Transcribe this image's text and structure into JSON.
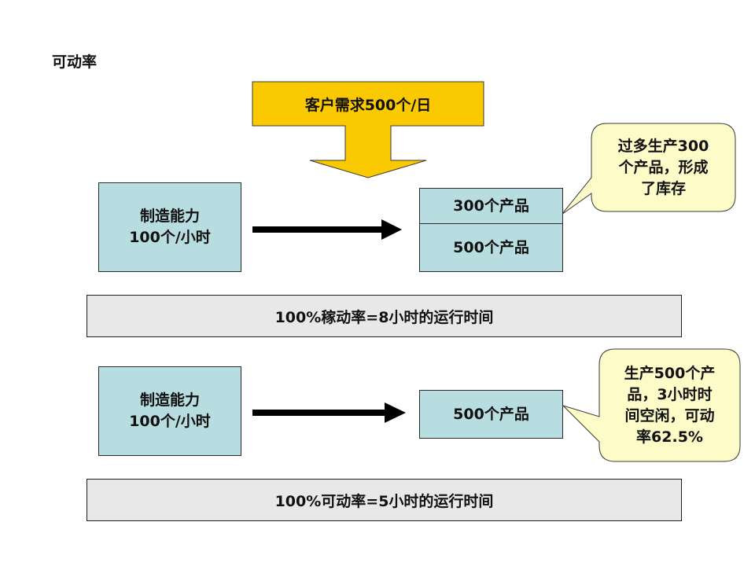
{
  "title": "可动率",
  "colors": {
    "demand_fill": "#fbc900",
    "process_box_fill": "#b8dde1",
    "callout_fill": "#fdfbc8",
    "summary_bar_fill": "#e8e8e8",
    "arrow": "#000000"
  },
  "demand": {
    "label": "客户需求500个/日"
  },
  "scenario_1": {
    "capacity_line1": "制造能力",
    "capacity_line2": "100个/小时",
    "output_top": "300个产品",
    "output_bottom": "500个产品",
    "callout": "过多生产300个产品，形成了库存",
    "callout_lines": [
      "过多生产300",
      "个产品，形成",
      "了库存"
    ],
    "summary": "100%稼动率=8小时的运行时间"
  },
  "scenario_2": {
    "capacity_line1": "制造能力",
    "capacity_line2": "100个/小时",
    "output": "500个产品",
    "callout": "生产500个产品，3小时时间空闲，可动率62.5%",
    "callout_lines": [
      "生产500个产",
      "品，3小时时",
      "间空闲，可动",
      "率62.5%"
    ],
    "summary": "100%可动率=5小时的运行时间"
  }
}
